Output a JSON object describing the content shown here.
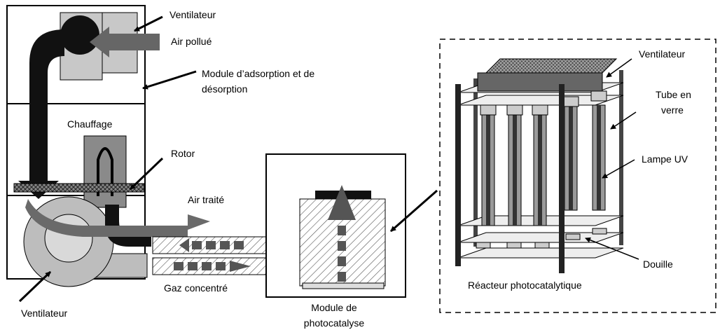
{
  "labels": {
    "fan_top": "Ventilateur",
    "polluted_air": "Air pollué",
    "adsorption_line1": "Module d’adsorption et de",
    "adsorption_line2": "désorption",
    "heating": "Chauffage",
    "rotor": "Rotor",
    "treated_air": "Air traité",
    "concentrated_gas": "Gaz concentré",
    "fan_bottom": "Ventilateur",
    "photocatalysis_line1": "Module de",
    "photocatalysis_line2": "photocatalyse",
    "reactor_fan": "Ventilateur",
    "glass_tube_line1": "Tube en",
    "glass_tube_line2": "verre",
    "uv_lamp": "Lampe UV",
    "socket": "Douille",
    "reactor_caption": "Réacteur photocatalytique"
  }
}
